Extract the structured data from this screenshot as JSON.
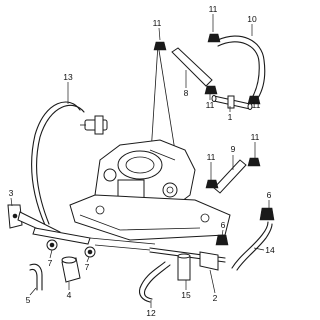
{
  "callouts": [
    "11",
    "11",
    "10",
    "8",
    "11",
    "1",
    "11",
    "13",
    "9",
    "11",
    "11",
    "6",
    "3",
    "6",
    "14",
    "7",
    "7",
    "4",
    "5",
    "12",
    "15",
    "2"
  ]
}
